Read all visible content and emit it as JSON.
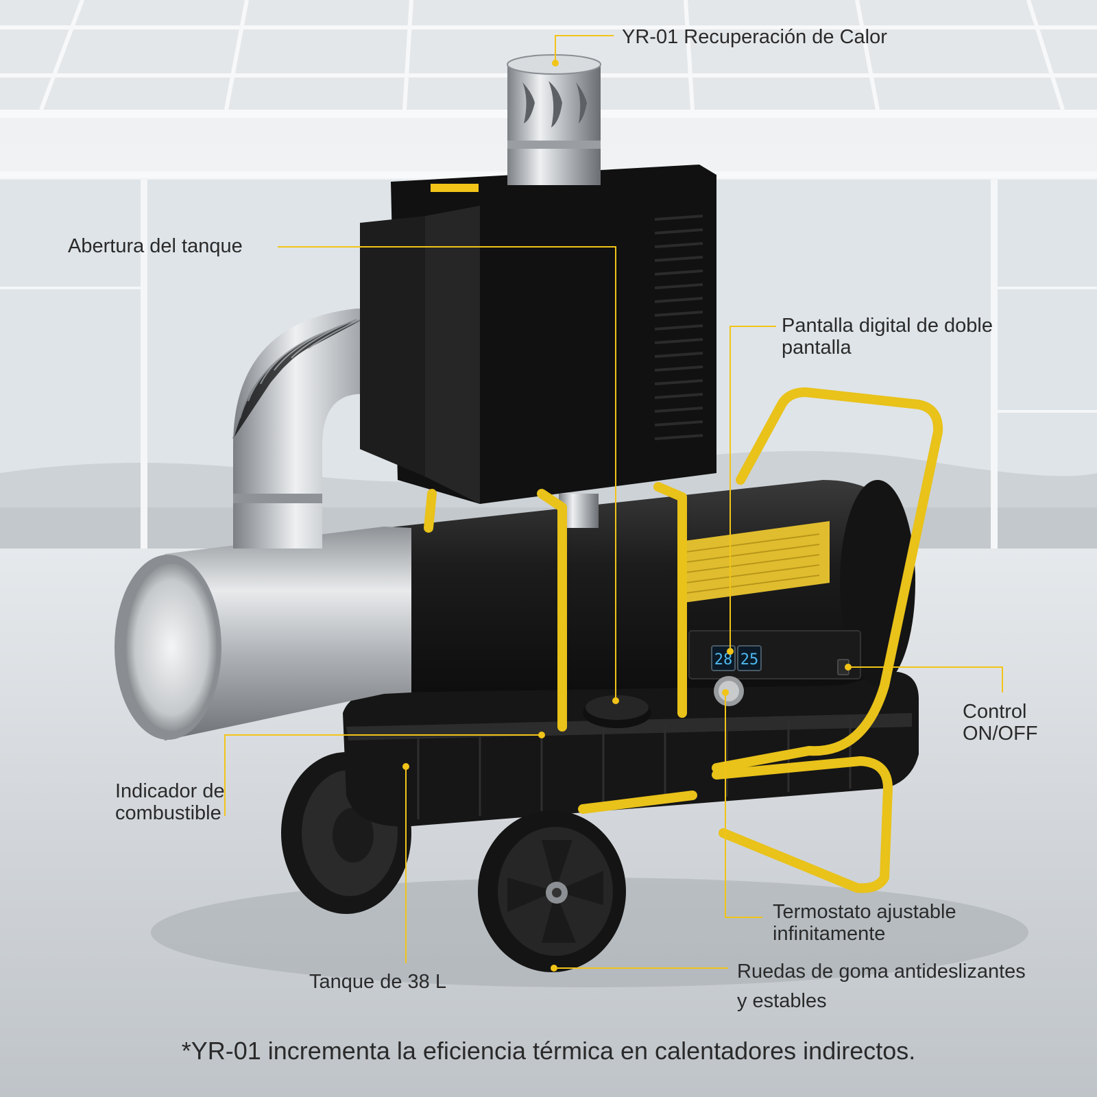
{
  "callouts": {
    "heat_recovery": "YR-01 Recuperación de Calor",
    "tank_opening": "Abertura del tanque",
    "dual_display": [
      "Pantalla digital de doble",
      "pantalla"
    ],
    "on_off": [
      "Control",
      "ON/OFF"
    ],
    "fuel_gauge": [
      "Indicador de",
      "combustible"
    ],
    "thermostat": [
      "Termostato ajustable",
      "infinitamente"
    ],
    "wheels": [
      "Ruedas de goma antideslizantes",
      "y estables"
    ],
    "tank": "Tanque de 38 L"
  },
  "display": {
    "left": "28",
    "right": "25"
  },
  "footnote": "*YR-01 incrementa la eficiencia térmica en calentadores indirectos.",
  "colors": {
    "accent": "#f2c418",
    "body": "#1b1b1b",
    "steel": "#b9bcbf",
    "text": "#2a2a2a"
  }
}
